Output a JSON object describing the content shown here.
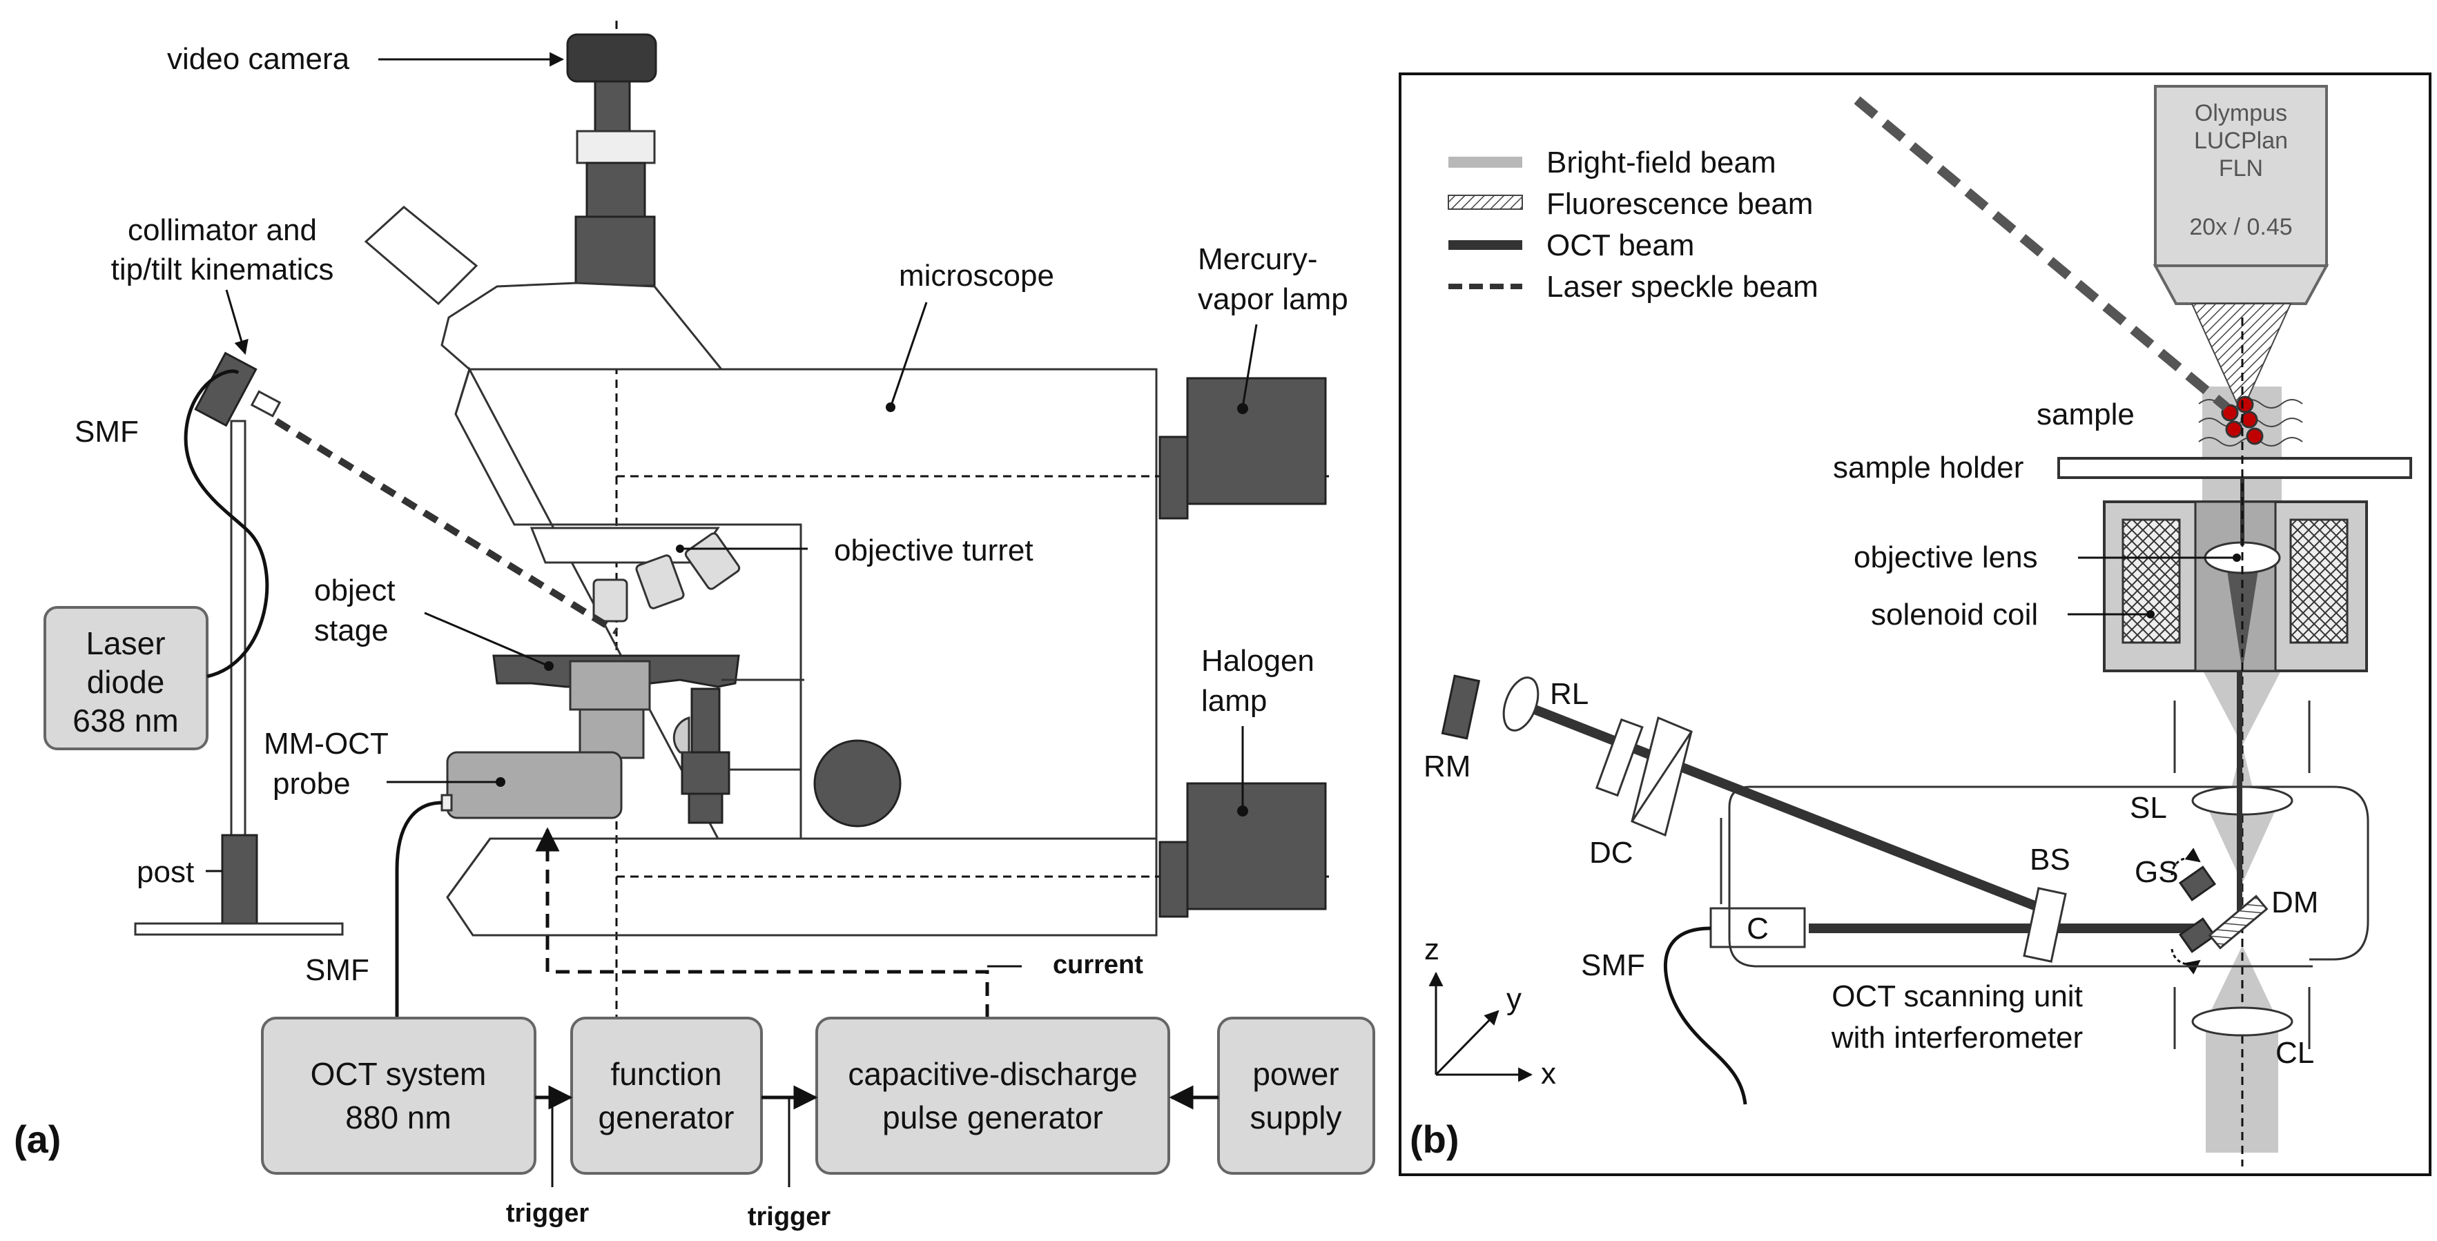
{
  "panel_a": {
    "panel_label": "(a)",
    "labels": {
      "video_camera": "video camera",
      "collimator_l1": "collimator and",
      "collimator_l2": "tip/tilt kinematics",
      "smf_top": "SMF",
      "microscope": "microscope",
      "mercury_l1": "Mercury-",
      "mercury_l2": "vapor lamp",
      "objective_turret": "objective turret",
      "object_stage_l1": "object",
      "object_stage_l2": "stage",
      "halogen_l1": "Halogen",
      "halogen_l2": "lamp",
      "mmoct_l1": "MM-OCT",
      "mmoct_l2": "probe",
      "post": "post",
      "smf_bottom": "SMF",
      "current": "current",
      "trigger1": "trigger",
      "trigger2": "trigger"
    },
    "laser_box": {
      "l1": "Laser",
      "l2": "diode",
      "l3": "638 nm"
    },
    "boxes": {
      "oct": {
        "l1": "OCT system",
        "l2": "880 nm"
      },
      "func": {
        "l1": "function",
        "l2": "generator"
      },
      "pulse": {
        "l1": "capacitive-discharge",
        "l2": "pulse generator"
      },
      "power": {
        "l1": "power",
        "l2": "supply"
      }
    }
  },
  "panel_b": {
    "panel_label": "(b)",
    "legend": [
      {
        "label": "Bright-field beam",
        "style": "light"
      },
      {
        "label": "Fluorescence beam",
        "style": "hatched"
      },
      {
        "label": "OCT beam",
        "style": "dark"
      },
      {
        "label": "Laser speckle beam",
        "style": "dashed"
      }
    ],
    "objective": {
      "l1": "Olympus",
      "l2": "LUCPlan",
      "l3": "FLN",
      "l4": "20x / 0.45"
    },
    "labels": {
      "sample": "sample",
      "sample_holder": "sample holder",
      "objective_lens": "objective lens",
      "solenoid_coil": "solenoid coil",
      "RL": "RL",
      "RM": "RM",
      "DC": "DC",
      "SL": "SL",
      "BS": "BS",
      "GS": "GS",
      "DM": "DM",
      "C": "C",
      "SMF": "SMF",
      "CL": "CL",
      "scan_l1": "OCT scanning unit",
      "scan_l2": "with interferometer",
      "axis_z": "z",
      "axis_y": "y",
      "axis_x": "x"
    }
  },
  "colors": {
    "dark_gray": "#555555",
    "box_fill": "#d9d9d9",
    "light_beam": "#c8c8c8",
    "outline": "#333333"
  }
}
